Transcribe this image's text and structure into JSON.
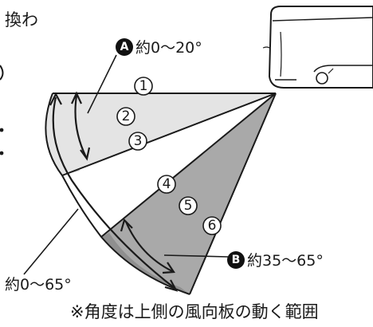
{
  "header_partial_text": "換わ",
  "angle_a": {
    "badge": "A",
    "text": "約0〜20°"
  },
  "angle_b": {
    "badge": "B",
    "text": "約35〜65°"
  },
  "overall_angle_text": "約0〜65°",
  "caption": "※角度は上側の風向板の動く範囲",
  "positions": [
    "1",
    "2",
    "3",
    "4",
    "5",
    "6"
  ],
  "colors": {
    "upper_sector_fill": "#e4e4e4",
    "lower_sector_fill": "#a9a9a9",
    "outer_band_fill": "#c4c4c4",
    "line": "#1a1a1a",
    "badge_fill": "#111111",
    "unit_fill": "#ffffff"
  }
}
